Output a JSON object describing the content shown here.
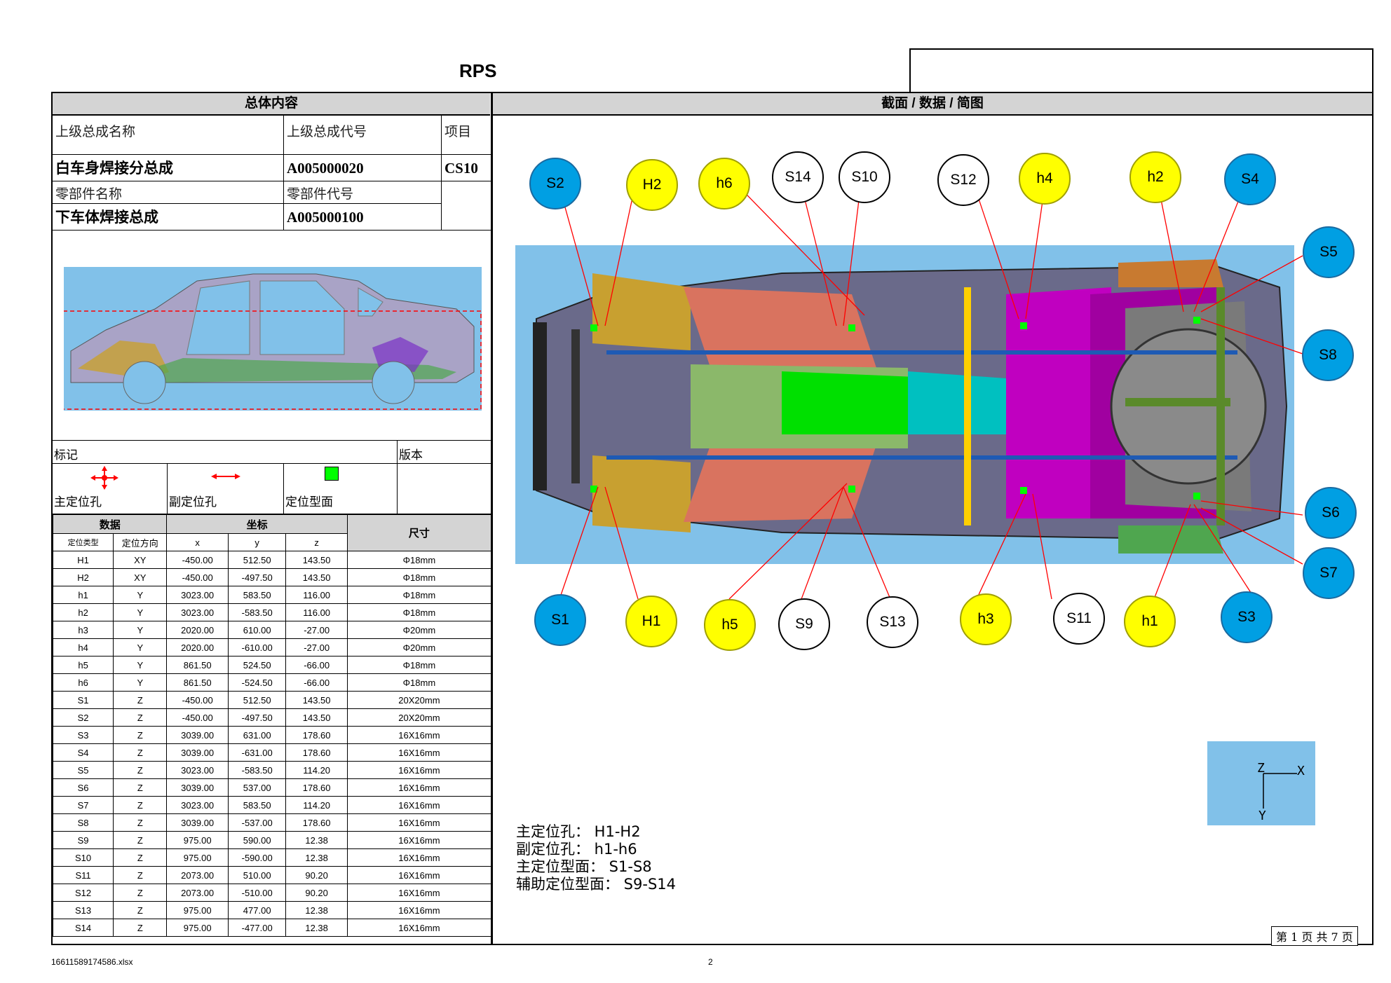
{
  "title": "RPS",
  "headers": {
    "left": "总体内容",
    "right": "截面  / 数据  / 简图"
  },
  "info": {
    "parent_name_label": "上级总成名称",
    "parent_code_label": "上级总成代号",
    "project_label": "项目",
    "parent_name": "白车身焊接分总成",
    "parent_code": "A005000020",
    "project": "CS10",
    "part_name_label": "零部件名称",
    "part_code_label": "零部件代号",
    "part_name": "下车体焊接总成",
    "part_code": "A005000100"
  },
  "legend": {
    "marks_label": "标记",
    "version_label": "版本",
    "main_hole": "主定位孔",
    "aux_hole": "副定位孔",
    "surface": "定位型面",
    "colors": {
      "red": "#ff0000",
      "green": "#00ff00"
    }
  },
  "table": {
    "h_data": "数据",
    "h_coord": "坐标",
    "h_size": "尺寸",
    "h_type": "定位类型",
    "h_dir": "定位方向",
    "h_x": "x",
    "h_y": "y",
    "h_z": "z",
    "rows": [
      [
        "H1",
        "XY",
        "-450.00",
        "512.50",
        "143.50",
        "Φ18mm"
      ],
      [
        "H2",
        "XY",
        "-450.00",
        "-497.50",
        "143.50",
        "Φ18mm"
      ],
      [
        "h1",
        "Y",
        "3023.00",
        "583.50",
        "116.00",
        "Φ18mm"
      ],
      [
        "h2",
        "Y",
        "3023.00",
        "-583.50",
        "116.00",
        "Φ18mm"
      ],
      [
        "h3",
        "Y",
        "2020.00",
        "610.00",
        "-27.00",
        "Φ20mm"
      ],
      [
        "h4",
        "Y",
        "2020.00",
        "-610.00",
        "-27.00",
        "Φ20mm"
      ],
      [
        "h5",
        "Y",
        "861.50",
        "524.50",
        "-66.00",
        "Φ18mm"
      ],
      [
        "h6",
        "Y",
        "861.50",
        "-524.50",
        "-66.00",
        "Φ18mm"
      ],
      [
        "S1",
        "Z",
        "-450.00",
        "512.50",
        "143.50",
        "20X20mm"
      ],
      [
        "S2",
        "Z",
        "-450.00",
        "-497.50",
        "143.50",
        "20X20mm"
      ],
      [
        "S3",
        "Z",
        "3039.00",
        "631.00",
        "178.60",
        "16X16mm"
      ],
      [
        "S4",
        "Z",
        "3039.00",
        "-631.00",
        "178.60",
        "16X16mm"
      ],
      [
        "S5",
        "Z",
        "3023.00",
        "-583.50",
        "114.20",
        "16X16mm"
      ],
      [
        "S6",
        "Z",
        "3039.00",
        "537.00",
        "178.60",
        "16X16mm"
      ],
      [
        "S7",
        "Z",
        "3023.00",
        "583.50",
        "114.20",
        "16X16mm"
      ],
      [
        "S8",
        "Z",
        "3039.00",
        "-537.00",
        "178.60",
        "16X16mm"
      ],
      [
        "S9",
        "Z",
        "975.00",
        "590.00",
        "12.38",
        "16X16mm"
      ],
      [
        "S10",
        "Z",
        "975.00",
        "-590.00",
        "12.38",
        "16X16mm"
      ],
      [
        "S11",
        "Z",
        "2073.00",
        "510.00",
        "90.20",
        "16X16mm"
      ],
      [
        "S12",
        "Z",
        "2073.00",
        "-510.00",
        "90.20",
        "16X16mm"
      ],
      [
        "S13",
        "Z",
        "975.00",
        "477.00",
        "12.38",
        "16X16mm"
      ],
      [
        "S14",
        "Z",
        "975.00",
        "-477.00",
        "12.38",
        "16X16mm"
      ]
    ]
  },
  "callouts": {
    "top": [
      "S2",
      "H2",
      "h6",
      "S14",
      "S10",
      "S12",
      "h4",
      "h2",
      "S4"
    ],
    "bottom": [
      "S1",
      "H1",
      "h5",
      "S9",
      "S13",
      "h3",
      "S11",
      "h1",
      "S3"
    ],
    "right": [
      "S5",
      "S8",
      "S6",
      "S7"
    ]
  },
  "notes": {
    "main_hole": "主定位孔：  H1-H2",
    "aux_hole": "副定位孔：  h1-h6",
    "main_surface": "主定位型面：  S1-S8",
    "aux_surface": "辅助定位型面：  S9-S14"
  },
  "axis": {
    "z": "Z",
    "x": "X",
    "y": "Y"
  },
  "pager": "第  1  页  共  7  页",
  "footer": {
    "file": "16611589174586.xlsx",
    "page": "2"
  }
}
